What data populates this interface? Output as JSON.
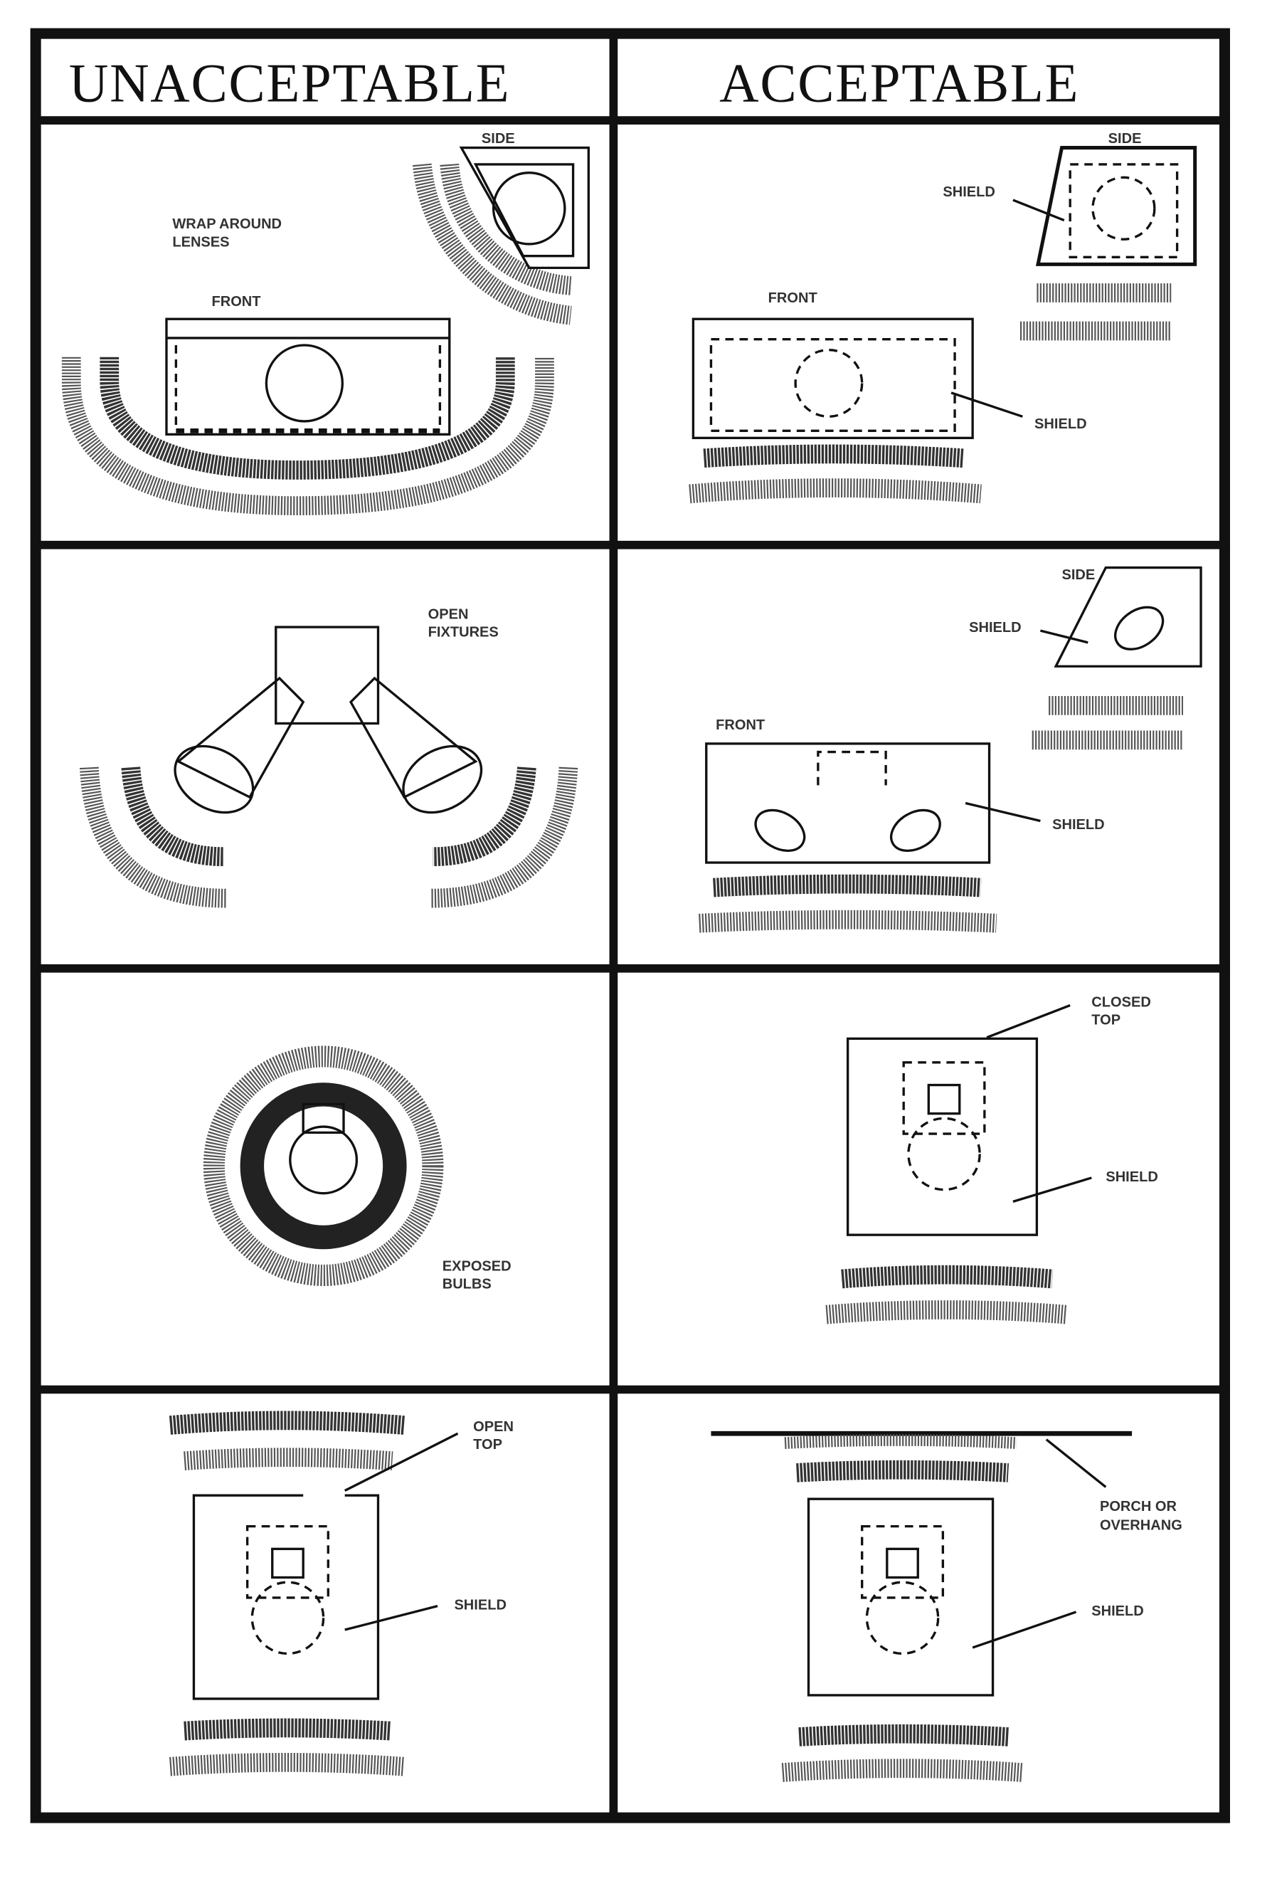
{
  "headers": {
    "unacceptable": "UNACCEPTABLE",
    "acceptable": "ACCEPTABLE"
  },
  "panels": {
    "row1_left": {
      "side": "SIDE",
      "wrap1": "WRAP AROUND",
      "wrap2": "LENSES",
      "front": "FRONT"
    },
    "row1_right": {
      "side": "SIDE",
      "shield_side": "SHIELD",
      "front": "FRONT",
      "shield_front": "SHIELD"
    },
    "row2_left": {
      "open1": "OPEN",
      "open2": "FIXTURES"
    },
    "row2_right": {
      "side": "SIDE",
      "shield_side": "SHIELD",
      "front": "FRONT",
      "shield_front": "SHIELD"
    },
    "row3_left": {
      "exp1": "EXPOSED",
      "exp2": "BULBS"
    },
    "row3_right": {
      "closed1": "CLOSED",
      "closed2": "TOP",
      "shield": "SHIELD"
    },
    "row4_left": {
      "open1": "OPEN",
      "open2": "TOP",
      "shield": "SHIELD"
    },
    "row4_right": {
      "porch1": "PORCH OR",
      "porch2": "OVERHANG",
      "shield": "SHIELD"
    }
  }
}
